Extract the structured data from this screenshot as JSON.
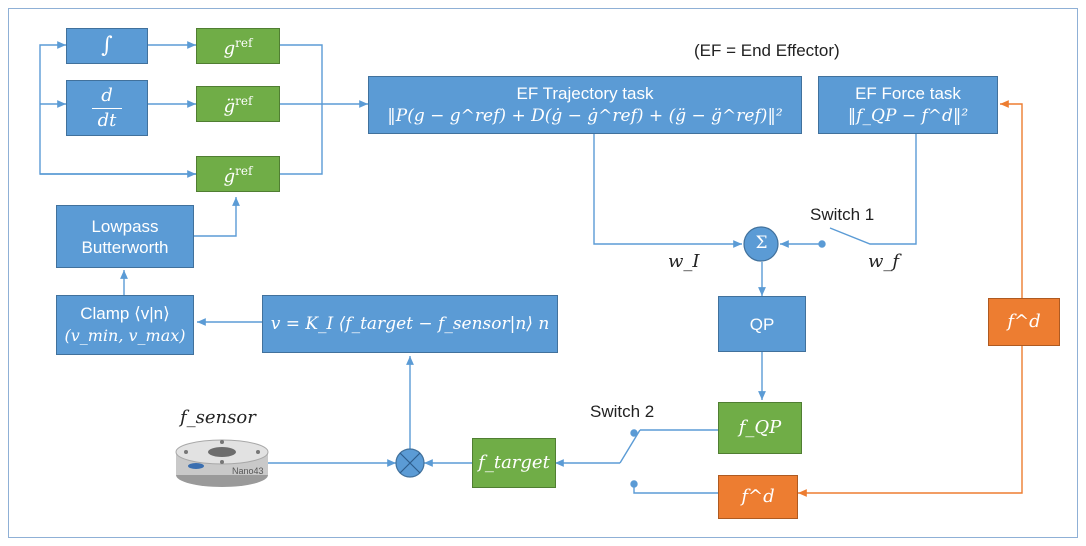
{
  "note": "(EF = End Effector)",
  "blocks": {
    "integral": "∫",
    "derivative_num": "d",
    "derivative_den": "dt",
    "g_ref": "g",
    "g_ddot_ref": "g̈",
    "g_dot_ref": "ġ",
    "ref_sup": "ref",
    "lowpass_line1": "Lowpass",
    "lowpass_line2": "Butterworth",
    "clamp_line1": "Clamp ⟨v|n⟩",
    "clamp_line2": "(v_min, v_max)",
    "velocity_law": "v = K_I ⟨f_target − f_sensor|n⟩ n",
    "traj_title": "EF Trajectory task",
    "traj_formula": "‖P(g − g^ref) + D(ġ − ġ^ref) + (g̈ − g̈^ref)‖²",
    "force_title": "EF Force task",
    "force_formula": "‖f_QP − f^d‖²",
    "sum": "Σ",
    "qp": "QP",
    "f_qp": "f_QP",
    "f_target": "f_target",
    "f_d_right": "f^d",
    "f_d_bottom": "f^d"
  },
  "labels": {
    "switch1": "Switch 1",
    "switch2": "Switch 2",
    "w_I": "w_I",
    "w_f": "w_f",
    "f_sensor": "f_sensor",
    "sensor_text": "Nano43"
  },
  "colors": {
    "blue_block": "#5b9bd5",
    "green_block": "#70ad47",
    "orange_block": "#ed7d31",
    "wire_blue": "#5b9bd5",
    "wire_orange": "#ed7d31"
  }
}
